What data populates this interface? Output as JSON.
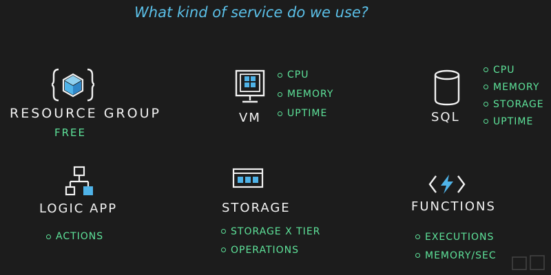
{
  "title": "What kind of service do we use?",
  "colors": {
    "background": "#1c1c1c",
    "title": "#5bc0e8",
    "label": "#f2f2f2",
    "metric": "#5ee39a",
    "accent": "#4fb3e8"
  },
  "services": {
    "resource_group": {
      "icon": "resource-group-cube-icon",
      "label": "Resource Group",
      "price": "Free"
    },
    "vm": {
      "icon": "vm-monitor-icon",
      "label": "VM",
      "metrics": [
        "CPU",
        "Memory",
        "Uptime"
      ]
    },
    "sql": {
      "icon": "database-cylinder-icon",
      "label": "SQL",
      "metrics": [
        "CPU",
        "Memory",
        "Storage",
        "Uptime"
      ]
    },
    "logic_app": {
      "icon": "workflow-icon",
      "label": "Logic App",
      "metrics": [
        "Actions"
      ]
    },
    "storage": {
      "icon": "storage-account-icon",
      "label": "Storage",
      "metrics": [
        "Storage x Tier",
        "Operations"
      ]
    },
    "functions": {
      "icon": "function-bolt-icon",
      "label": "Functions",
      "metrics": [
        "Executions",
        "Memory/sec"
      ]
    }
  }
}
